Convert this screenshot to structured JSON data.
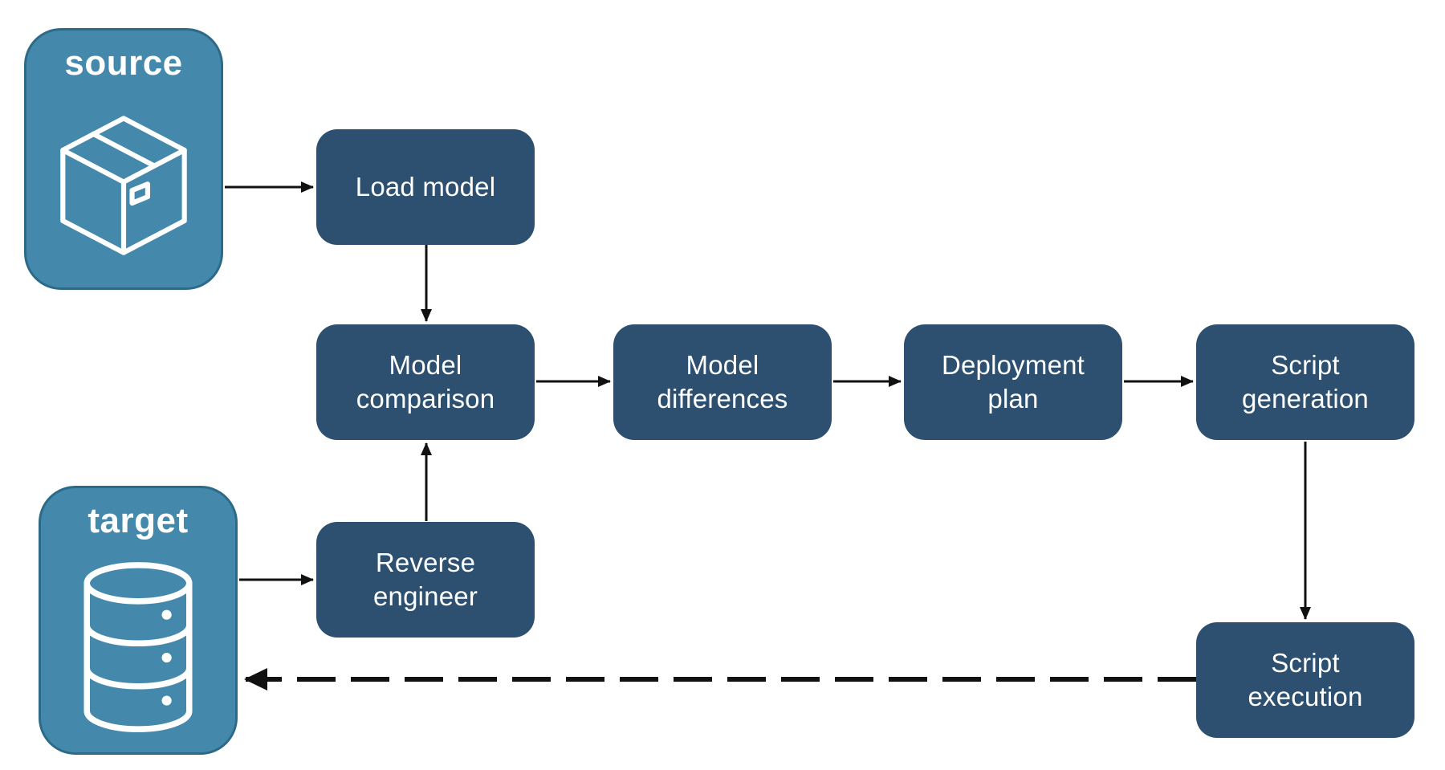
{
  "diagram": {
    "type": "flowchart",
    "endpoints": {
      "source": {
        "label": "source",
        "icon": "package-icon"
      },
      "target": {
        "label": "target",
        "icon": "database-icon"
      }
    },
    "nodes": {
      "load_model": {
        "label": "Load model"
      },
      "model_comparison": {
        "label": "Model\ncomparison"
      },
      "model_differences": {
        "label": "Model\ndifferences"
      },
      "deployment_plan": {
        "label": "Deployment\nplan"
      },
      "script_generation": {
        "label": "Script\ngeneration"
      },
      "reverse_engineer": {
        "label": "Reverse\nengineer"
      },
      "script_execution": {
        "label": "Script\nexecution"
      }
    },
    "edges": [
      {
        "from": "source",
        "to": "load_model",
        "style": "solid"
      },
      {
        "from": "load_model",
        "to": "model_comparison",
        "style": "solid"
      },
      {
        "from": "model_comparison",
        "to": "model_differences",
        "style": "solid"
      },
      {
        "from": "model_differences",
        "to": "deployment_plan",
        "style": "solid"
      },
      {
        "from": "deployment_plan",
        "to": "script_generation",
        "style": "solid"
      },
      {
        "from": "script_generation",
        "to": "script_execution",
        "style": "solid"
      },
      {
        "from": "reverse_engineer",
        "to": "model_comparison",
        "style": "solid"
      },
      {
        "from": "target",
        "to": "reverse_engineer",
        "style": "solid"
      },
      {
        "from": "script_execution",
        "to": "target",
        "style": "dashed"
      }
    ],
    "colors": {
      "process_fill": "#2d5070",
      "endpoint_fill": "#4489ac",
      "endpoint_border": "#2c6a88",
      "label_text": "#ffffff",
      "arrow": "#111111",
      "background": "#ffffff"
    }
  }
}
